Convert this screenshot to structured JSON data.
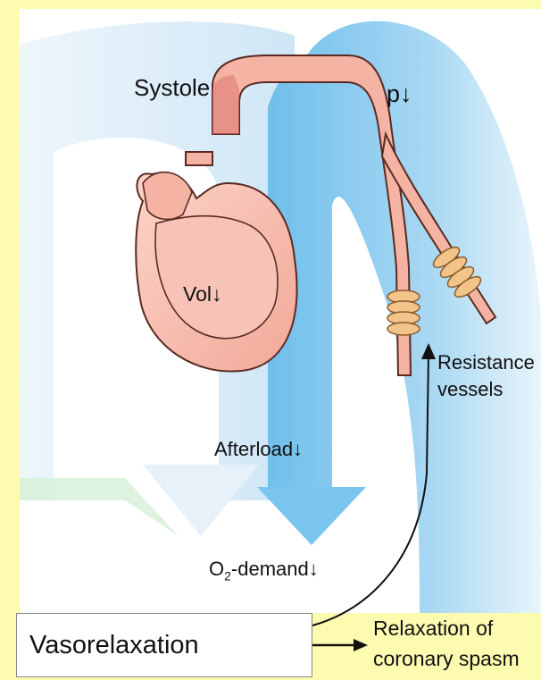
{
  "labels": {
    "systole": "Systole",
    "pressure": "p↓",
    "volume": "Vol↓",
    "resistance_vessels_line1": "Resistance",
    "resistance_vessels_line2": "vessels",
    "afterload": "Afterload↓",
    "o2_prefix": "O",
    "o2_sub": "2",
    "o2_suffix": "-demand↓",
    "vasorelaxation": "Vasorelaxation",
    "relaxation_line1": "Relaxation of",
    "relaxation_line2": "coronary spasm"
  },
  "colors": {
    "background": "#fdfbb0",
    "flow_light": "#dcedf8",
    "flow_blue": "#8ccbee",
    "heart_fill": "#f5b6a8",
    "heart_stroke": "#5a2a22",
    "ring_fill": "#f2c48a"
  }
}
